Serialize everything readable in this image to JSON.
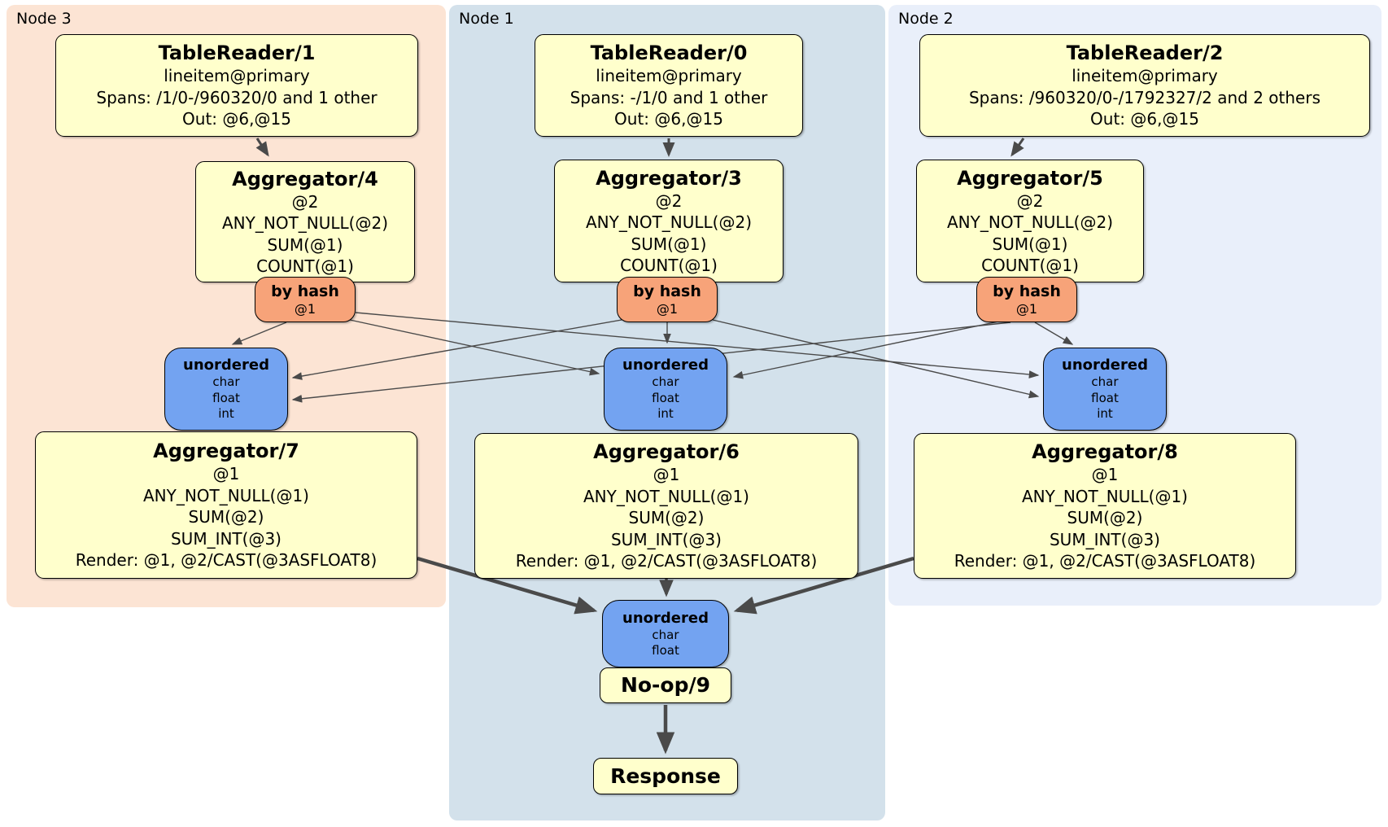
{
  "regions": [
    {
      "id": "node3",
      "label": "Node 3"
    },
    {
      "id": "node1",
      "label": "Node 1"
    },
    {
      "id": "node2",
      "label": "Node 2"
    }
  ],
  "processors": {
    "tablereader1": {
      "title": "TableReader/1",
      "lines": [
        "lineitem@primary",
        "Spans: /1/0-/960320/0 and 1 other",
        "Out: @6,@15"
      ]
    },
    "tablereader0": {
      "title": "TableReader/0",
      "lines": [
        "lineitem@primary",
        "Spans: -/1/0 and 1 other",
        "Out: @6,@15"
      ]
    },
    "tablereader2": {
      "title": "TableReader/2",
      "lines": [
        "lineitem@primary",
        "Spans: /960320/0-/1792327/2 and 2 others",
        "Out: @6,@15"
      ]
    },
    "aggregator4": {
      "title": "Aggregator/4",
      "lines": [
        "@2",
        "ANY_NOT_NULL(@2)",
        "SUM(@1)",
        "COUNT(@1)"
      ]
    },
    "aggregator3": {
      "title": "Aggregator/3",
      "lines": [
        "@2",
        "ANY_NOT_NULL(@2)",
        "SUM(@1)",
        "COUNT(@1)"
      ]
    },
    "aggregator5": {
      "title": "Aggregator/5",
      "lines": [
        "@2",
        "ANY_NOT_NULL(@2)",
        "SUM(@1)",
        "COUNT(@1)"
      ]
    },
    "aggregator7": {
      "title": "Aggregator/7",
      "lines": [
        "@1",
        "ANY_NOT_NULL(@1)",
        "SUM(@2)",
        "SUM_INT(@3)",
        "Render: @1, @2/CAST(@3ASFLOAT8)"
      ]
    },
    "aggregator6": {
      "title": "Aggregator/6",
      "lines": [
        "@1",
        "ANY_NOT_NULL(@1)",
        "SUM(@2)",
        "SUM_INT(@3)",
        "Render: @1, @2/CAST(@3ASFLOAT8)"
      ]
    },
    "aggregator8": {
      "title": "Aggregator/8",
      "lines": [
        "@1",
        "ANY_NOT_NULL(@1)",
        "SUM(@2)",
        "SUM_INT(@3)",
        "Render: @1, @2/CAST(@3ASFLOAT8)"
      ]
    },
    "noop9": {
      "title": "No-op/9"
    },
    "response": {
      "title": "Response"
    }
  },
  "routers": {
    "byhash4": {
      "title": "by hash",
      "lines": [
        "@1"
      ]
    },
    "byhash3": {
      "title": "by hash",
      "lines": [
        "@1"
      ]
    },
    "byhash5": {
      "title": "by hash",
      "lines": [
        "@1"
      ]
    }
  },
  "synchronizers": {
    "unordered3": {
      "title": "unordered",
      "lines": [
        "char",
        "float",
        "int"
      ]
    },
    "unordered1": {
      "title": "unordered",
      "lines": [
        "char",
        "float",
        "int"
      ]
    },
    "unordered2": {
      "title": "unordered",
      "lines": [
        "char",
        "float",
        "int"
      ]
    },
    "unordered_final": {
      "title": "unordered",
      "lines": [
        "char",
        "float"
      ]
    }
  },
  "colors": {
    "node3-bg": "#fce4d4",
    "node1-bg": "#d3e1eb",
    "node2-bg": "#e9effa",
    "processor-fill": "#ffffcc",
    "router-fill": "#f7a379",
    "sync-fill": "#73a3f1",
    "edge": "#4a4a4a",
    "border": "#000000"
  }
}
